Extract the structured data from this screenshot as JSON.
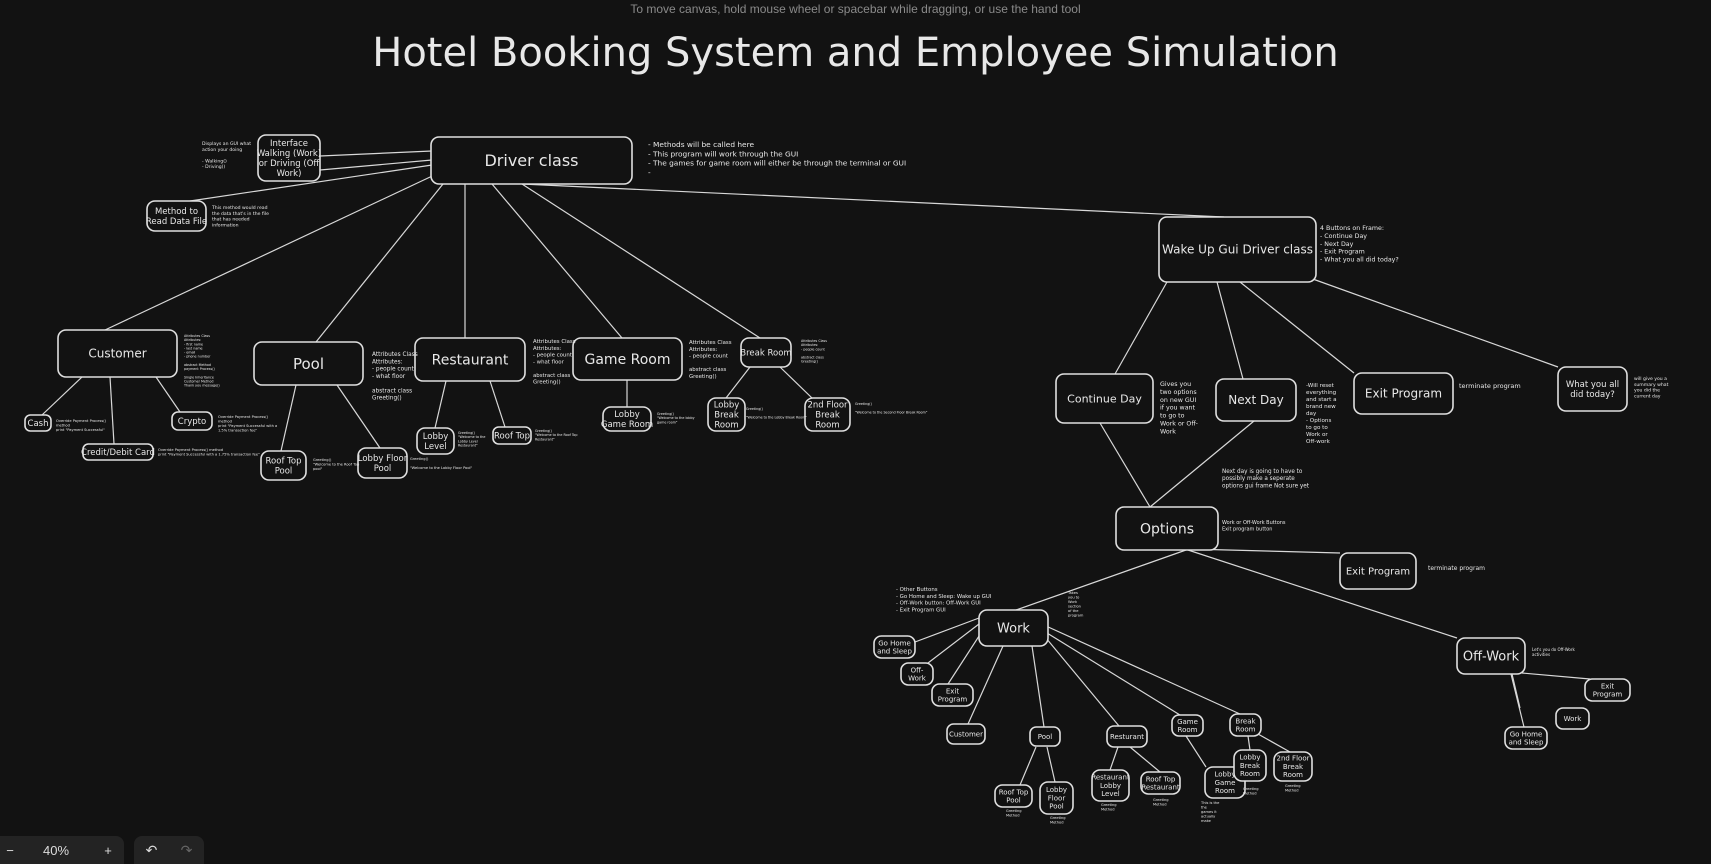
{
  "canvas": {
    "hint": "To move canvas, hold mouse wheel or spacebar while dragging, or use the hand tool",
    "title": "Hotel Booking System and Employee Simulation"
  },
  "toolbar": {
    "zoom_out": "−",
    "zoom_level": "40%",
    "zoom_in": "+",
    "undo_icon": "↶",
    "redo_icon": "↷"
  },
  "nodes": {
    "driver": "Driver class",
    "interface": [
      "Interface",
      "Walking (Work)",
      "or Driving (Off",
      "Work)"
    ],
    "readdata": [
      "Method to",
      "Read Data File"
    ],
    "customer": "Customer",
    "cash": "Cash",
    "credit": "Credit/Debit Card",
    "crypto": "Crypto",
    "pool": "Pool",
    "rooftop_pool": [
      "Roof Top",
      "Pool"
    ],
    "lobby_pool": [
      "Lobby Floor",
      "Pool"
    ],
    "restaurant": "Restaurant",
    "lobby_level": [
      "Lobby",
      "Level"
    ],
    "roof_top": "Roof Top",
    "game_room": "Game Room",
    "lobby_game": [
      "Lobby",
      "Game Room"
    ],
    "break_room": "Break Room",
    "lobby_break": [
      "Lobby",
      "Break",
      "Room"
    ],
    "floor2_break": [
      "2nd Floor",
      "Break",
      "Room"
    ],
    "wakeup": "Wake Up Gui Driver class",
    "continue_day": "Continue Day",
    "next_day": "Next Day",
    "exit_program": "Exit Program",
    "what_did": [
      "What you all",
      "did today?"
    ],
    "options": "Options",
    "exit_program2": "Exit Program",
    "work": "Work",
    "offwork": "Off-Work",
    "w_gohome": [
      "Go Home",
      "and Sleep"
    ],
    "w_offwork": [
      "Off-",
      "Work"
    ],
    "w_exit": [
      "Exit",
      "Program"
    ],
    "w_customer": "Customer",
    "w_pool": "Pool",
    "w_resturant": "Resturant",
    "w_game": [
      "Game",
      "Room"
    ],
    "w_break": [
      "Break",
      "Room"
    ],
    "w_roofpool": [
      "Roof Top",
      "Pool"
    ],
    "w_lobbypool": [
      "Lobby",
      "Floor",
      "Pool"
    ],
    "w_restlobby": [
      "Restaurant",
      "Lobby",
      "Level"
    ],
    "w_rooftoprest": [
      "Roof Top",
      "Restaurant"
    ],
    "w_lobbygame": [
      "Lobby",
      "Game",
      "Room"
    ],
    "w_lobbybreak": [
      "Lobby",
      "Break",
      "Room"
    ],
    "w_floor2break": [
      "2nd Floor",
      "Break",
      "Room"
    ],
    "o_exit": [
      "Exit",
      "Program"
    ],
    "o_work": "Work",
    "o_gohome": [
      "Go Home",
      "and Sleep"
    ]
  },
  "notes": {
    "driver": [
      "- Methods will be called here",
      "- This program will work through the GUI",
      "- The games for game room will either be through the terminal or GUI",
      "-"
    ],
    "interface": [
      "Displays an GUI what",
      "action your doing",
      "",
      "- Walking()",
      "- Driving()"
    ],
    "readdata": [
      "This method would read",
      "the data that's in the file",
      "that has needed",
      "information"
    ],
    "customer": [
      "Attributes Class",
      "Attributes:",
      "- first name",
      "- last name",
      "- email",
      "- phone number",
      "",
      "abstract Method",
      "payment Process()",
      "",
      "Single Inheritance",
      "Customer Method",
      "Thank you message()"
    ],
    "cash": [
      "Override Payment Process()",
      "method",
      "print \"Payment Successful\""
    ],
    "credit": [
      "Override Payment Process() method",
      "print \"Payment Successful with a 1.75% transaction fee\""
    ],
    "crypto": [
      "Override Payment Process()",
      "method",
      "print \"Payment Successful with a",
      "1.5% transaction fee\""
    ],
    "pool": [
      "Attributes Class",
      "Attributes:",
      "- people count",
      "- what floor",
      "",
      "abstract class",
      "Greeting()"
    ],
    "rooftop_pool": [
      "Greeting()",
      "\"Welcome to the Roof Top",
      "pool\""
    ],
    "lobby_pool": [
      "Greeting()",
      "",
      "\"Welcome to the Lobby Floor Pool\""
    ],
    "restaurant": [
      "Attributes Class",
      "Attributes:",
      "- people count",
      "- what floor",
      "",
      "abstract class",
      "Greeting()"
    ],
    "lobby_level": [
      "Greeting()",
      "\"Welcome to the",
      "Lobby Level",
      "Restaurant\""
    ],
    "roof_top": [
      "Greeting()",
      "\"Welcome to the Roof Top",
      "Restaurant\""
    ],
    "game_room": [
      "Attributes Class",
      "Attributes:",
      "- people count",
      "",
      "abstract class",
      "Greeting()"
    ],
    "lobby_game": [
      "Greeting()",
      "\"Welcome to the lobby",
      "game room\""
    ],
    "break_room": [
      "Attributes Class",
      "Attributes:",
      "- people count",
      "",
      "abstract class",
      "Greeting()"
    ],
    "lobby_break": [
      "Greeting()",
      "",
      "\"Welcome to the Lobby Break Room\""
    ],
    "floor2_break": [
      "Greeting()",
      "",
      "\"Welcome to the Second Floor Break Room\""
    ],
    "wakeup": [
      "4 Buttons on Frame:",
      "- Continue Day",
      "- Next Day",
      "- Exit Program",
      "- What you all did today?"
    ],
    "continue_day": [
      "Gives you",
      "two options",
      "on new GUI",
      "if you want",
      "to go to",
      "Work or Off-",
      "Work"
    ],
    "next_day": [
      "-Will reset",
      "everything",
      "and start a",
      "brand new",
      "day",
      "- Options",
      "to go to",
      "Work or",
      "Off-work"
    ],
    "exit_program": [
      "terminate program"
    ],
    "what_did": [
      "will give you a",
      "summary what",
      "you did the",
      "current day"
    ],
    "next_day_arrow": [
      "Next day is going to have to",
      "possibly make a seperate",
      "options gui frame Not sure yet"
    ],
    "options": [
      "Work or Off-Work Buttons",
      "Exit program button"
    ],
    "exit_program2": [
      "terminate program"
    ],
    "work_left": [
      "- Other Buttons",
      "- Go Home and Sleep: Wake up GUI",
      "- Off-Work button: Off-Work GUI",
      "- Exit Program GUI"
    ],
    "work_right": [
      "Takes",
      "you to",
      "Work",
      "section",
      "of the",
      "program"
    ],
    "offwork": [
      "Let's you do Off-Work",
      "activities"
    ],
    "w_roofpool": [
      "Greeting",
      "Method"
    ],
    "w_lobbypool": [
      "Greeting",
      "Method"
    ],
    "w_restlobby": [
      "Greeting",
      "Method"
    ],
    "w_rooftoprest": [
      "Greeting",
      "Method"
    ],
    "w_lobbygame": [
      "This is the",
      "the",
      "games it",
      "actually",
      "make"
    ],
    "w_lobbybreak": [
      "Greeting",
      "Method"
    ],
    "w_floor2break": [
      "Greeting",
      "Method"
    ]
  }
}
